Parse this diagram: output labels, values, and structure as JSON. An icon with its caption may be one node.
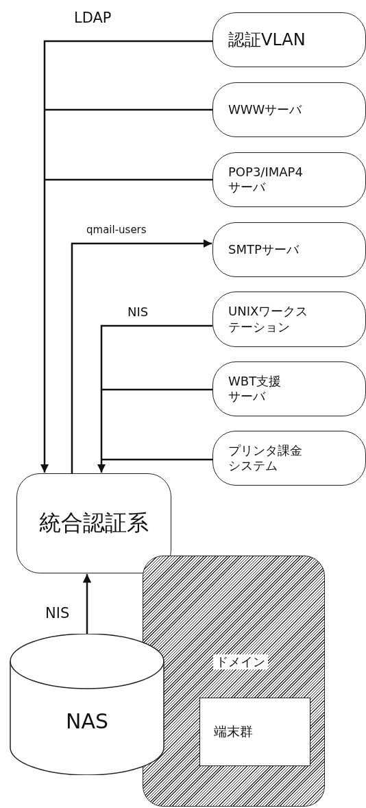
{
  "diagram": {
    "nodes": [
      {
        "text": [
          "認証VLAN"
        ]
      },
      {
        "text": [
          "WWWサーバ"
        ]
      },
      {
        "text": [
          "POP3/IMAP4サーバ"
        ]
      },
      {
        "text": [
          "SMTPサーバ"
        ]
      },
      {
        "text": [
          "UNIXワークステーション"
        ]
      },
      {
        "text": [
          "WBT支援サーバ"
        ]
      },
      {
        "text": [
          "プリンタ課金システム"
        ]
      },
      {
        "text": [
          "統合認証系"
        ]
      },
      {
        "text": [
          "ドメイン"
        ]
      },
      {
        "text": [
          "端末群"
        ],
        "in": 8
      },
      {
        "text": [
          "NAS"
        ]
      }
    ],
    "edges": [
      {
        "from": 0,
        "to": 7,
        "arrow": "to",
        "label": "LDAP"
      },
      {
        "from": 1,
        "to": 7,
        "arrow": "to"
      },
      {
        "from": 2,
        "to": 7,
        "arrow": "to"
      },
      {
        "from": 7,
        "to": 3,
        "arrow": "to",
        "label": "qmail-users"
      },
      {
        "from": 4,
        "to": 7,
        "arrow": "to",
        "label": "NIS"
      },
      {
        "from": 5,
        "to": 7,
        "arrow": "to"
      },
      {
        "from": 6,
        "to": 7,
        "arrow": "to"
      },
      {
        "from": 10,
        "to": 7,
        "arrow": "to",
        "label": "NIS"
      }
    ]
  }
}
